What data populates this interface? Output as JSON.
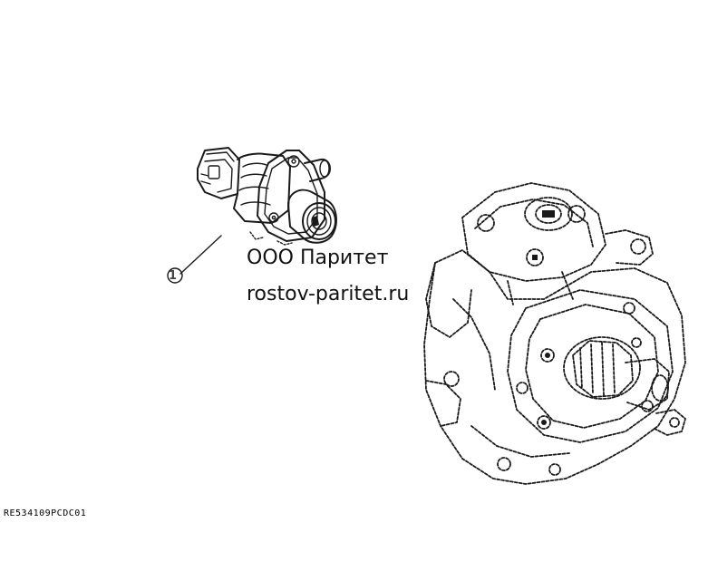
{
  "callout": {
    "number": "1"
  },
  "watermark": {
    "company": "ООО Паритет",
    "website": "rostov-paritet.ru"
  },
  "figure": {
    "code": "RE534109PCDC01"
  },
  "icons": {
    "valve": "suction-control-valve-drawing",
    "pump": "fuel-injection-pump-drawing"
  },
  "colors": {
    "line": "#1a1a1a",
    "background": "#ffffff"
  }
}
